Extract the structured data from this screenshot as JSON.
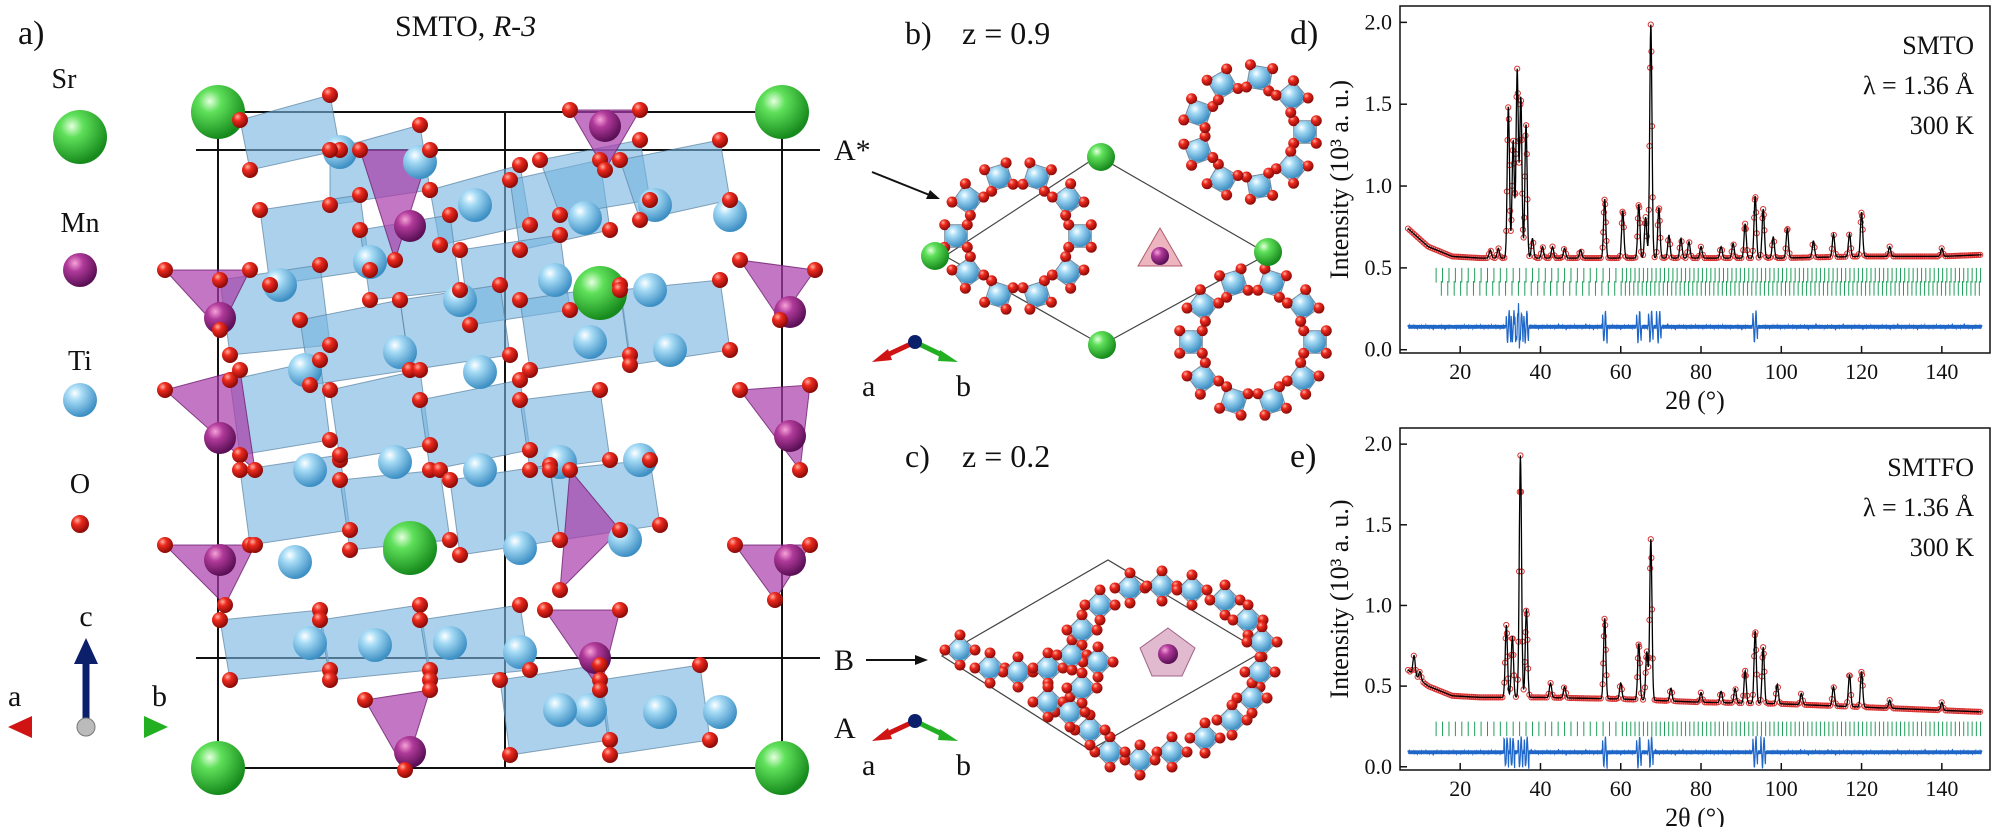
{
  "panels": {
    "a": {
      "label": "a)",
      "title": "SMTO, ",
      "title_italic": "R-3",
      "legend": [
        {
          "label": "Sr",
          "color": "#2ec83a"
        },
        {
          "label": "Mn",
          "color": "#9c2a8a"
        },
        {
          "label": "Ti",
          "color": "#7cc4ec"
        },
        {
          "label": "O",
          "color": "#e01818"
        }
      ],
      "axes": {
        "c": "c",
        "a": "a",
        "b": "b"
      },
      "layer_labels": {
        "A_star": "A*",
        "B": "B",
        "A": "A"
      }
    },
    "b": {
      "label": "b)",
      "z": "z = 0.9",
      "axis_a": "a",
      "axis_b": "b"
    },
    "c": {
      "label": "c)",
      "z": "z = 0.2",
      "axis_a": "a",
      "axis_b": "b"
    },
    "d": {
      "label": "d)"
    },
    "e": {
      "label": "e)"
    }
  },
  "chart_data": [
    {
      "type": "line",
      "panel": "d",
      "annotation": [
        "SMTO",
        "λ = 1.36 Å",
        "300 K"
      ],
      "xlabel": "2θ (°)",
      "ylabel": "Intensity (10³ a. u.)",
      "xlim": [
        5,
        152
      ],
      "ylim": [
        -0.02,
        2.1
      ],
      "xticks": [
        20,
        40,
        60,
        80,
        100,
        120,
        140
      ],
      "yticks": [
        0.0,
        0.5,
        1.0,
        1.5,
        2.0
      ],
      "ytick_labels": [
        "0.0",
        "0.5",
        "1.0",
        "1.5",
        "2.0"
      ],
      "background": [
        [
          7,
          0.74
        ],
        [
          12,
          0.63
        ],
        [
          18,
          0.57
        ],
        [
          25,
          0.56
        ],
        [
          40,
          0.56
        ],
        [
          60,
          0.56
        ],
        [
          80,
          0.56
        ],
        [
          100,
          0.56
        ],
        [
          120,
          0.57
        ],
        [
          140,
          0.57
        ],
        [
          150,
          0.58
        ]
      ],
      "peaks": [
        [
          27.5,
          0.05
        ],
        [
          29.5,
          0.06
        ],
        [
          32.0,
          0.93
        ],
        [
          33.2,
          0.72
        ],
        [
          34.2,
          1.15
        ],
        [
          35.1,
          0.98
        ],
        [
          36.4,
          0.82
        ],
        [
          38.0,
          0.12
        ],
        [
          40.5,
          0.07
        ],
        [
          43.0,
          0.07
        ],
        [
          46.0,
          0.06
        ],
        [
          50.0,
          0.05
        ],
        [
          56.0,
          0.36
        ],
        [
          60.5,
          0.29
        ],
        [
          64.5,
          0.33
        ],
        [
          66.2,
          0.25
        ],
        [
          67.5,
          1.43
        ],
        [
          69.5,
          0.31
        ],
        [
          72.0,
          0.14
        ],
        [
          75.0,
          0.12
        ],
        [
          77.0,
          0.1
        ],
        [
          80.0,
          0.07
        ],
        [
          85.0,
          0.07
        ],
        [
          88.0,
          0.09
        ],
        [
          91.0,
          0.21
        ],
        [
          93.5,
          0.38
        ],
        [
          95.5,
          0.3
        ],
        [
          98.0,
          0.13
        ],
        [
          101.5,
          0.18
        ],
        [
          108.0,
          0.1
        ],
        [
          113.0,
          0.14
        ],
        [
          117.0,
          0.14
        ],
        [
          120.0,
          0.27
        ],
        [
          127.0,
          0.06
        ],
        [
          140.0,
          0.05
        ]
      ],
      "reflection_rows": [
        0.45,
        0.37
      ],
      "difference_offset": 0.14,
      "series": [
        {
          "name": "observed",
          "color": "#d93535"
        },
        {
          "name": "calculated",
          "color": "#000000"
        },
        {
          "name": "reflections",
          "color": "#1f9e5a"
        },
        {
          "name": "difference",
          "color": "#1e66c8"
        }
      ]
    },
    {
      "type": "line",
      "panel": "e",
      "annotation": [
        "SMTFO",
        "λ = 1.36 Å",
        "300 K"
      ],
      "xlabel": "2θ (°)",
      "ylabel": "Intensity (10³ a. u.)",
      "xlim": [
        5,
        152
      ],
      "ylim": [
        -0.02,
        2.1
      ],
      "xticks": [
        20,
        40,
        60,
        80,
        100,
        120,
        140
      ],
      "yticks": [
        0.0,
        0.5,
        1.0,
        1.5,
        2.0
      ],
      "ytick_labels": [
        "0.0",
        "0.5",
        "1.0",
        "1.5",
        "2.0"
      ],
      "background": [
        [
          7,
          0.6
        ],
        [
          12,
          0.5
        ],
        [
          18,
          0.44
        ],
        [
          25,
          0.43
        ],
        [
          40,
          0.43
        ],
        [
          60,
          0.42
        ],
        [
          80,
          0.4
        ],
        [
          100,
          0.39
        ],
        [
          120,
          0.37
        ],
        [
          140,
          0.35
        ],
        [
          150,
          0.34
        ]
      ],
      "peaks": [
        [
          8.5,
          0.12
        ],
        [
          10.0,
          0.05
        ],
        [
          31.5,
          0.45
        ],
        [
          33.0,
          0.38
        ],
        [
          35.0,
          1.5
        ],
        [
          36.5,
          0.55
        ],
        [
          42.5,
          0.09
        ],
        [
          46.0,
          0.07
        ],
        [
          56.0,
          0.5
        ],
        [
          60.0,
          0.1
        ],
        [
          64.5,
          0.35
        ],
        [
          66.5,
          0.3
        ],
        [
          67.5,
          1.0
        ],
        [
          72.5,
          0.08
        ],
        [
          80.0,
          0.06
        ],
        [
          85.0,
          0.07
        ],
        [
          88.5,
          0.09
        ],
        [
          91.0,
          0.2
        ],
        [
          93.5,
          0.45
        ],
        [
          95.5,
          0.35
        ],
        [
          99.0,
          0.12
        ],
        [
          105.0,
          0.07
        ],
        [
          113.0,
          0.12
        ],
        [
          117.0,
          0.2
        ],
        [
          120.0,
          0.22
        ],
        [
          127.0,
          0.05
        ],
        [
          140.0,
          0.05
        ]
      ],
      "reflection_rows": [
        0.23
      ],
      "difference_offset": 0.09,
      "series": [
        {
          "name": "observed",
          "color": "#d93535"
        },
        {
          "name": "calculated",
          "color": "#000000"
        },
        {
          "name": "reflections",
          "color": "#1f9e5a"
        },
        {
          "name": "difference",
          "color": "#1e66c8"
        }
      ]
    }
  ]
}
